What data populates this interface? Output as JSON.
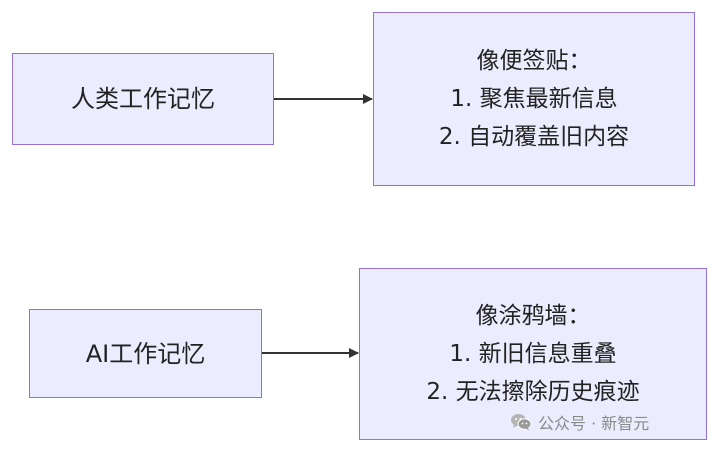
{
  "diagram": {
    "human": {
      "label": "人类工作记忆",
      "description": [
        "像便签贴：",
        "1. 聚焦最新信息",
        "2. 自动覆盖旧内容"
      ]
    },
    "ai": {
      "label": "AI工作记忆",
      "description": [
        "像涂鸦墙：",
        "1. 新旧信息重叠",
        "2. 无法擦除历史痕迹"
      ]
    }
  },
  "watermark": {
    "text": "公众号 · 新智元",
    "icon": "wechat-icon"
  },
  "colors": {
    "node_fill": "#ECECFF",
    "node_border": "#9370DB",
    "edge": "#333333"
  }
}
